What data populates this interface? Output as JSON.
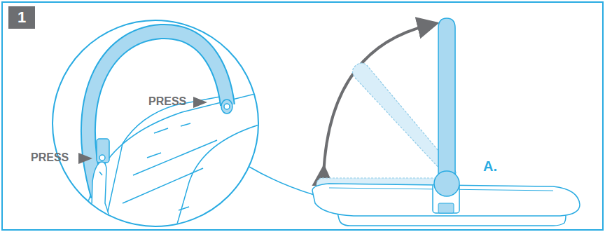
{
  "diagram": {
    "nodes": [
      {
        "text": [
          "1"
        ]
      }
    ],
    "labels": [
      "PRESS",
      "PRESS",
      "A."
    ]
  }
}
